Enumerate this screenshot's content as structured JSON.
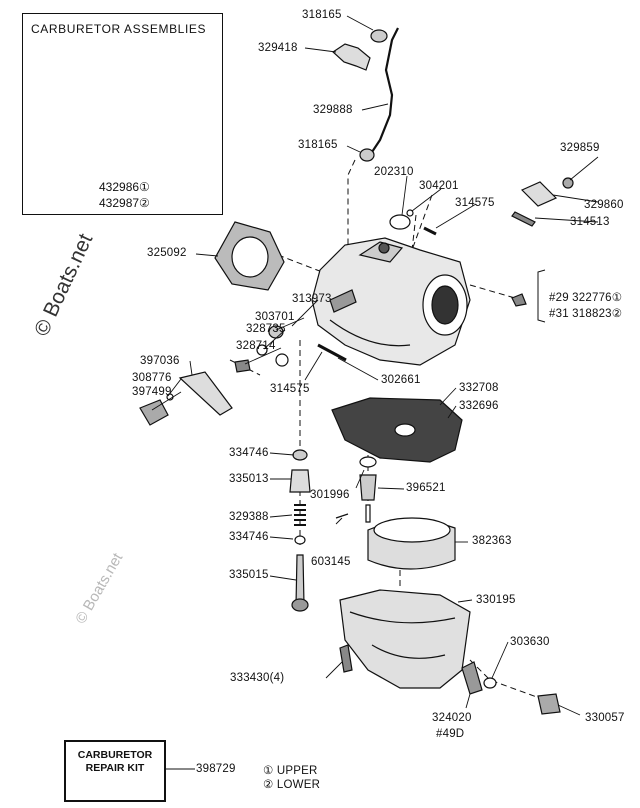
{
  "inset": {
    "title": "CARBURETOR ASSEMBLIES",
    "part_upper": "432986①",
    "part_lower": "432987②"
  },
  "parts": {
    "p318165_top": "318165",
    "p329418": "329418",
    "p329888": "329888",
    "p318165_mid": "318165",
    "p202310": "202310",
    "p304201": "304201",
    "p314575_top": "314575",
    "p329859": "329859",
    "p329860": "329860",
    "p314513": "314513",
    "p325092": "325092",
    "p303701": "303701",
    "p313973": "313973",
    "p328735": "328735",
    "p328714": "328714",
    "p397036": "397036",
    "p308776": "308776",
    "p397499": "397499",
    "p314575_bot": "314575",
    "p302661": "302661",
    "p332708": "332708",
    "p332696": "332696",
    "p334746_a": "334746",
    "p335013": "335013",
    "p301996": "301996",
    "p396521": "396521",
    "p329388": "329388",
    "p334746_b": "334746",
    "p603145": "603145",
    "p382363": "382363",
    "p335015": "335015",
    "p330195": "330195",
    "p303630": "303630",
    "p333430": "333430(4)",
    "p324020": "324020",
    "p324020_note": "#49D",
    "p330057": "330057",
    "bracket_upper": "#29 322776①",
    "bracket_lower": "#31 318823②"
  },
  "kit": {
    "title": "CARBURETOR REPAIR KIT",
    "part": "398729"
  },
  "legend": {
    "upper": "① UPPER",
    "lower": "② LOWER"
  },
  "watermark": {
    "main": "© Boats.net",
    "faint": "© Boats.net"
  }
}
